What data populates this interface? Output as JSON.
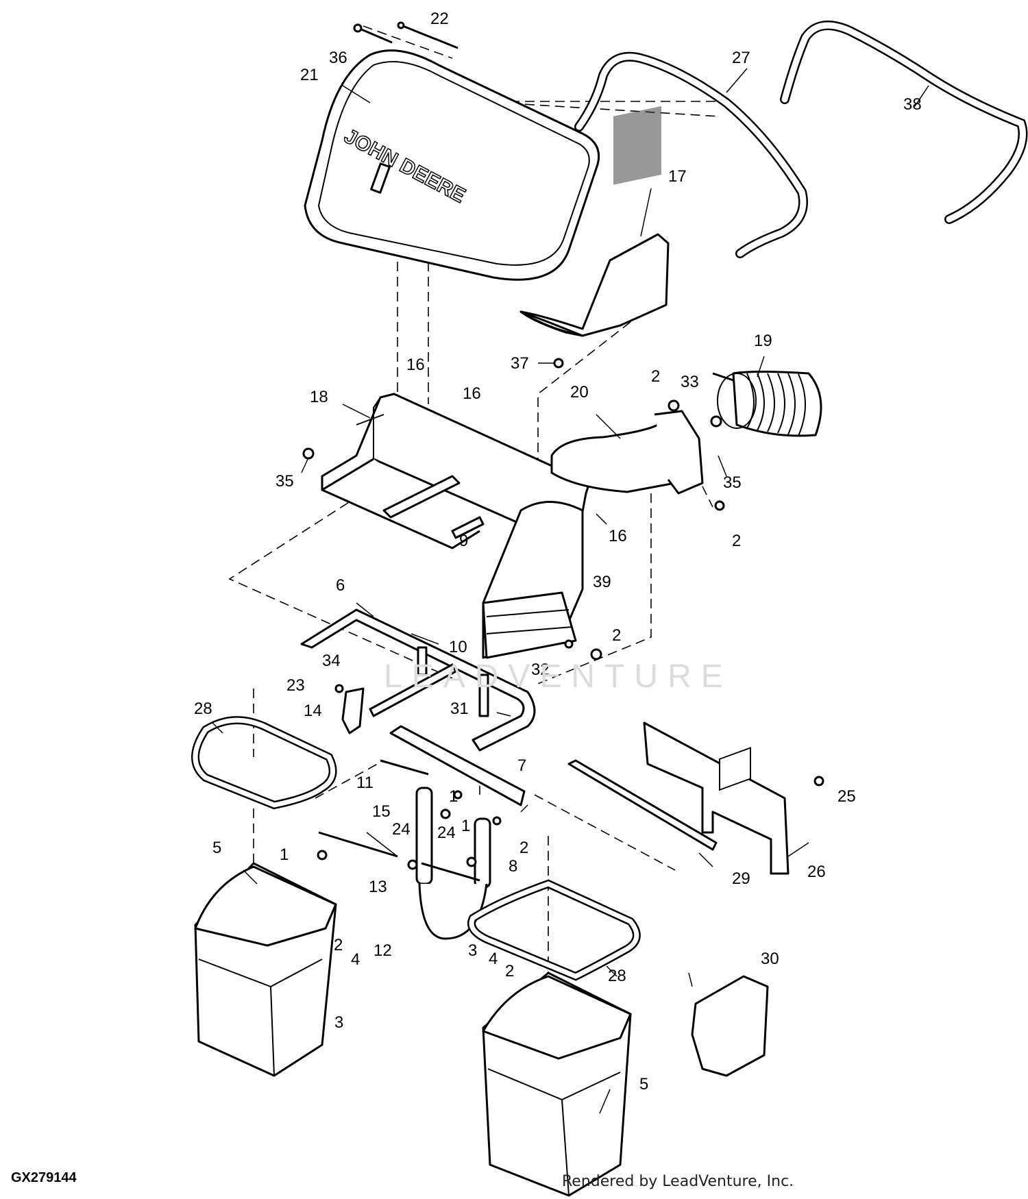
{
  "figure_id": "GX279144",
  "credit": "Rendered by LeadVenture, Inc.",
  "watermark": "LEADVENTURE",
  "brand_mark": "JOHN DEERE",
  "callouts": [
    {
      "id": "c22a",
      "text": "22"
    },
    {
      "id": "c36",
      "text": "36"
    },
    {
      "id": "c21",
      "text": "21"
    },
    {
      "id": "c27",
      "text": "27"
    },
    {
      "id": "c38",
      "text": "38"
    },
    {
      "id": "c17",
      "text": "17"
    },
    {
      "id": "c37",
      "text": "37"
    },
    {
      "id": "c19",
      "text": "19"
    },
    {
      "id": "c16a",
      "text": "16"
    },
    {
      "id": "c16b",
      "text": "16"
    },
    {
      "id": "c18",
      "text": "18"
    },
    {
      "id": "c35a",
      "text": "35"
    },
    {
      "id": "c20",
      "text": "20"
    },
    {
      "id": "c2a",
      "text": "2"
    },
    {
      "id": "c33",
      "text": "33"
    },
    {
      "id": "c35b",
      "text": "35"
    },
    {
      "id": "c16c",
      "text": "16"
    },
    {
      "id": "c2b",
      "text": "2"
    },
    {
      "id": "c9",
      "text": "9"
    },
    {
      "id": "c6",
      "text": "6"
    },
    {
      "id": "c39",
      "text": "39"
    },
    {
      "id": "c2c",
      "text": "2"
    },
    {
      "id": "c10",
      "text": "10"
    },
    {
      "id": "c32",
      "text": "32"
    },
    {
      "id": "c34",
      "text": "34"
    },
    {
      "id": "c23",
      "text": "23"
    },
    {
      "id": "c14",
      "text": "14"
    },
    {
      "id": "c28a",
      "text": "28"
    },
    {
      "id": "c31",
      "text": "31"
    },
    {
      "id": "c11",
      "text": "11"
    },
    {
      "id": "c7",
      "text": "7"
    },
    {
      "id": "c25",
      "text": "25"
    },
    {
      "id": "c1a",
      "text": "1"
    },
    {
      "id": "c15",
      "text": "15"
    },
    {
      "id": "c24a",
      "text": "24"
    },
    {
      "id": "c24b",
      "text": "24"
    },
    {
      "id": "c1b",
      "text": "1"
    },
    {
      "id": "c2d",
      "text": "2"
    },
    {
      "id": "c5a",
      "text": "5"
    },
    {
      "id": "c1c",
      "text": "1"
    },
    {
      "id": "c8",
      "text": "8"
    },
    {
      "id": "c29",
      "text": "29"
    },
    {
      "id": "c26",
      "text": "26"
    },
    {
      "id": "c13",
      "text": "13"
    },
    {
      "id": "c12",
      "text": "12"
    },
    {
      "id": "c2e",
      "text": "2"
    },
    {
      "id": "c4a",
      "text": "4"
    },
    {
      "id": "c3a",
      "text": "3"
    },
    {
      "id": "c3b",
      "text": "3"
    },
    {
      "id": "c4b",
      "text": "4"
    },
    {
      "id": "c2f",
      "text": "2"
    },
    {
      "id": "c28b",
      "text": "28"
    },
    {
      "id": "c30",
      "text": "30"
    },
    {
      "id": "c5b",
      "text": "5"
    }
  ]
}
